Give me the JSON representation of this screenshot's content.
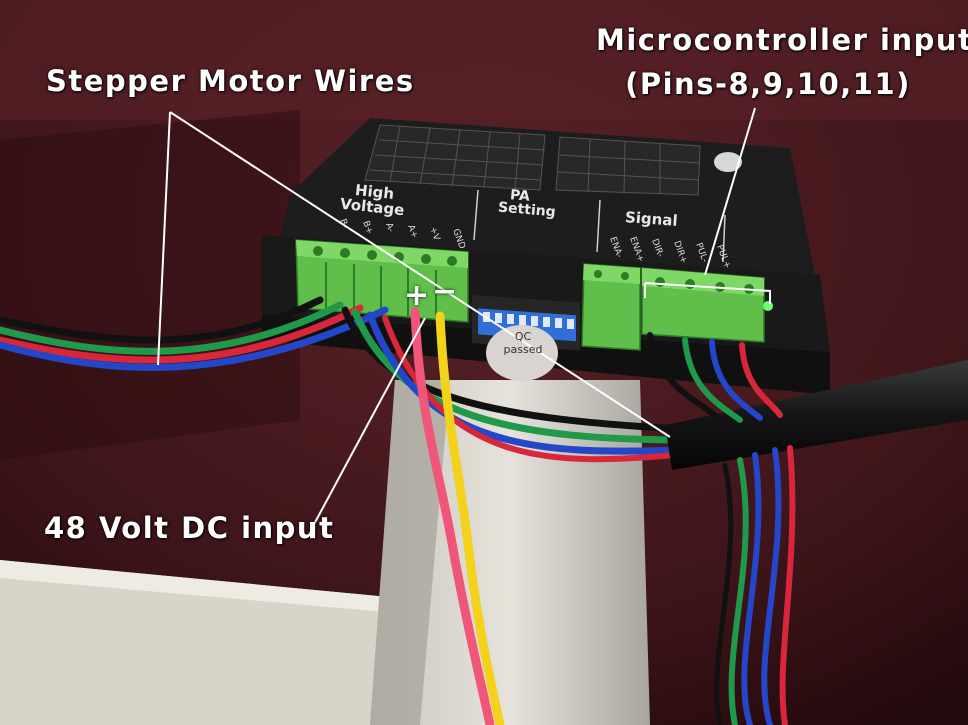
{
  "labels": {
    "stepper_wires": "Stepper Motor Wires",
    "microcontroller_line1": "Microcontroller input",
    "microcontroller_line2": "(Pins-8,9,10,11)",
    "dc_input": "48 Volt DC input"
  },
  "driver": {
    "high": "High",
    "voltage": "Voltage",
    "pa": "PA",
    "setting": "Setting",
    "signal": "Signal",
    "qc_line1": "QC",
    "qc_line2": "passed",
    "plus": "+",
    "minus": "−"
  },
  "colors": {
    "background_wall": "#4a1a1f",
    "driver_body": "#1c1c1c",
    "terminal_green": "#5fbf4a",
    "dip_blue": "#2f6fd6",
    "wire_red": "#d8263a",
    "wire_green": "#1f9a4a",
    "wire_blue": "#2446c8",
    "wire_black": "#111111",
    "wire_pink": "#f0557a",
    "wire_yellow": "#f2d21a",
    "label_text": "#ffffff"
  }
}
